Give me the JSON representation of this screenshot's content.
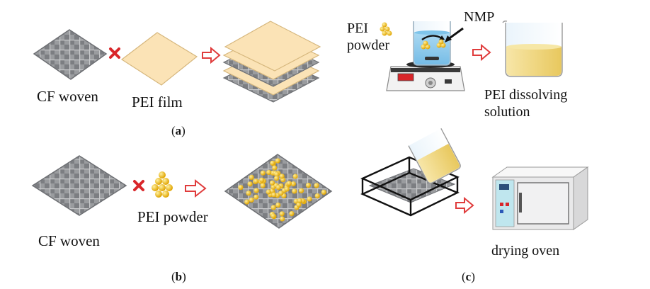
{
  "labels": {
    "cf_woven_a": "CF woven",
    "pei_film": "PEI film",
    "pei_top": "PEI",
    "powder_c": "powder",
    "nmp": "NMP",
    "pei_dissolving": "PEI dissolving",
    "solution": "solution",
    "cf_woven_b": "CF woven",
    "pei_powder": "PEI powder",
    "drying_oven": "drying oven"
  },
  "captions": {
    "a": "a",
    "b": "b",
    "c": "c"
  },
  "colors": {
    "fabric": "#8f9194",
    "fabric_dark": "#6e7074",
    "film": "#fbe3b6",
    "film_edge": "#d6b77d",
    "powder": "#f2b705",
    "arrow": "#e03c3c",
    "cross": "#d9262a",
    "solution": "#f1d98a",
    "oven": "#e9e9ea"
  }
}
